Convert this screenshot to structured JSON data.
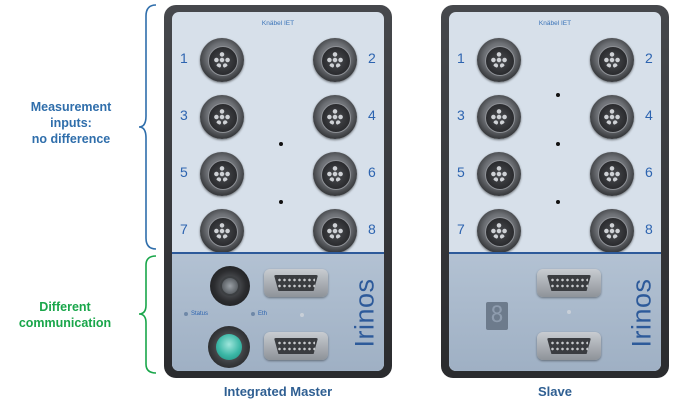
{
  "annotations": {
    "measurement_label": "Measurement\ninputs:\nno difference",
    "communication_label": "Different\ncommunication"
  },
  "devices": [
    {
      "caption": "Integrated Master",
      "brand_top": "Knäbel IET",
      "brand_logo": "Irinos",
      "inputs": [
        "1",
        "2",
        "3",
        "4",
        "5",
        "6",
        "7",
        "8"
      ],
      "status_label": "Status",
      "eth_label": "Eth"
    },
    {
      "caption": "Slave",
      "brand_top": "Knäbel IET",
      "brand_logo": "Irinos",
      "inputs": [
        "1",
        "2",
        "3",
        "4",
        "5",
        "6",
        "7",
        "8"
      ],
      "segment_display": "8"
    }
  ],
  "colors": {
    "annotation_blue": "#2f6eab",
    "annotation_green": "#19a64a",
    "caption": "#2f5f92",
    "brand": "#2d5a9a"
  }
}
